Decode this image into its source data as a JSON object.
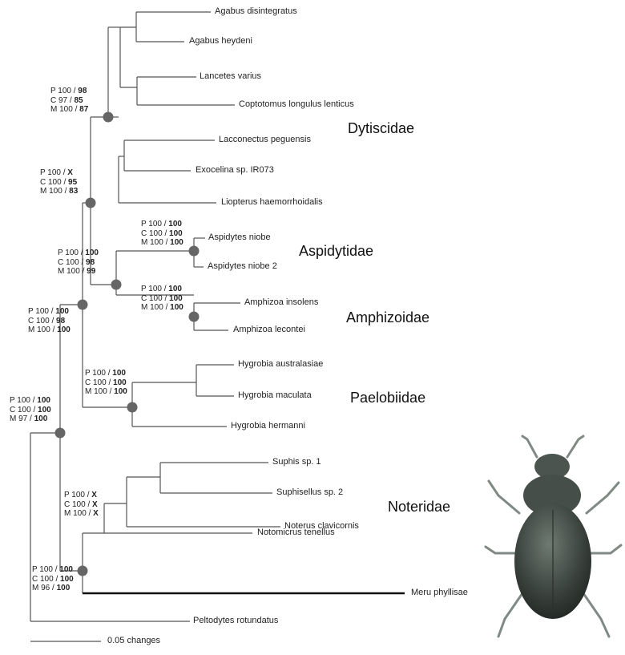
{
  "taxa": {
    "agabus_disintegratus": "Agabus disintegratus",
    "agabus_heydeni": "Agabus heydeni",
    "lancetes_varius": "Lancetes varius",
    "coptotomus": "Coptotomus longulus lenticus",
    "lacconectus": "Lacconectus peguensis",
    "exocelina": "Exocelina sp. IR073",
    "liopterus": "Liopterus haemorrhoidalis",
    "aspidytes_niobe": "Aspidytes niobe",
    "aspidytes_niobe_2": "Aspidytes niobe 2",
    "amphizoa_insolens": "Amphizoa insolens",
    "amphizoa_lecontei": "Amphizoa lecontei",
    "hygrobia_australasiae": "Hygrobia australasiae",
    "hygrobia_maculata": "Hygrobia maculata",
    "hygrobia_hermanni": "Hygrobia hermanni",
    "suphis": "Suphis sp. 1",
    "suphisellus": "Suphisellus sp. 2",
    "noterus": "Noterus clavicornis",
    "notomicrus": "Notomicrus tenellus",
    "meru": "Meru phyllisae",
    "peltodytes": "Peltodytes rotundatus"
  },
  "families": {
    "dytiscidae": "Dytiscidae",
    "aspidytidae": "Aspidytidae",
    "amphizoidae": "Amphizoidae",
    "paelobiidae": "Paelobiidae",
    "noteridae": "Noteridae"
  },
  "support": {
    "n1": {
      "p_lab": "P 100 /",
      "p_val": "98",
      "c_lab": "C  97 /",
      "c_val": "85",
      "m_lab": "M 100 /",
      "m_val": "87"
    },
    "n2": {
      "p_lab": "P  100 /",
      "p_val": "X",
      "c_lab": "C 100 /",
      "c_val": "95",
      "m_lab": "M 100 /",
      "m_val": "83"
    },
    "n3": {
      "p_lab": "P 100 /",
      "p_val": "100",
      "c_lab": "C 100 /",
      "c_val": "100",
      "m_lab": "M 100 /",
      "m_val": "100"
    },
    "n4": {
      "p_lab": "P 100 /",
      "p_val": "100",
      "c_lab": "C 100 /",
      "c_val": "98",
      "m_lab": "M 100 /",
      "m_val": "99"
    },
    "n5": {
      "p_lab": "P 100 /",
      "p_val": "100",
      "c_lab": "C 100 /",
      "c_val": "100",
      "m_lab": "M 100 /",
      "m_val": "100"
    },
    "n6": {
      "p_lab": "P 100 /",
      "p_val": "100",
      "c_lab": "C 100 /",
      "c_val": "98",
      "m_lab": "M 100 /",
      "m_val": "100"
    },
    "n7": {
      "p_lab": "P 100 /",
      "p_val": "100",
      "c_lab": "C 100 /",
      "c_val": "100",
      "m_lab": "M 100 /",
      "m_val": "100"
    },
    "n8": {
      "p_lab": "P 100 /",
      "p_val": "100",
      "c_lab": "C 100 /",
      "c_val": "100",
      "m_lab": "M   97 /",
      "m_val": "100"
    },
    "n9": {
      "p_lab": "P 100 /",
      "p_val": "X",
      "c_lab": "C 100 /",
      "c_val": "X",
      "m_lab": "M 100 /",
      "m_val": "X"
    },
    "n10": {
      "p_lab": "P 100 /",
      "p_val": "100",
      "c_lab": "C 100 /",
      "c_val": "100",
      "m_lab": "M   96 /",
      "m_val": "100"
    }
  },
  "scale_bar": "0.05 changes",
  "icons": {
    "beetle": "beetle-photo"
  },
  "colors": {
    "branch": "#555555",
    "node": "#666666",
    "emphasis_branch": "#111111"
  }
}
